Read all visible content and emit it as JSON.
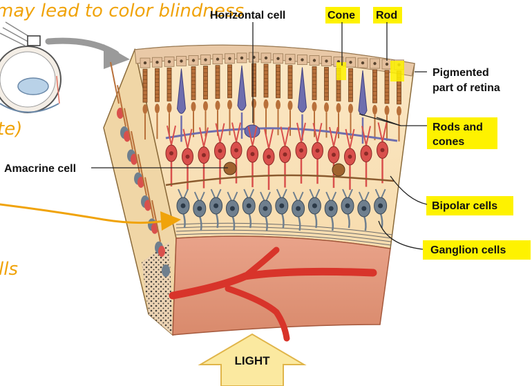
{
  "labels": {
    "horizontal_cell": "Horizontal cell",
    "cone": "Cone",
    "rod": "Rod",
    "pigmented_line1": "Pigmented",
    "pigmented_line2": "part of retina",
    "rods_cones_line1": "Rods and",
    "rods_cones_line2": "cones",
    "amacrine_cell": "Amacrine cell",
    "bipolar_cells": "Bipolar cells",
    "ganglion_cells": "Ganglion cells",
    "light": "LIGHT"
  },
  "handwriting": {
    "top": "may lead to color blindness",
    "left_mid": "te)",
    "left_bottom": "lls"
  },
  "colors": {
    "highlight": "#fef200",
    "annotation_ink": "#f0a30a",
    "rod_cell": "#b8703a",
    "cone_cell": "#6e6eae",
    "bipolar_cell": "#d9504c",
    "ganglion_cell": "#6f7f8e",
    "blood_vessel": "#d8342a",
    "light_arrow": "#fbe9a0"
  }
}
